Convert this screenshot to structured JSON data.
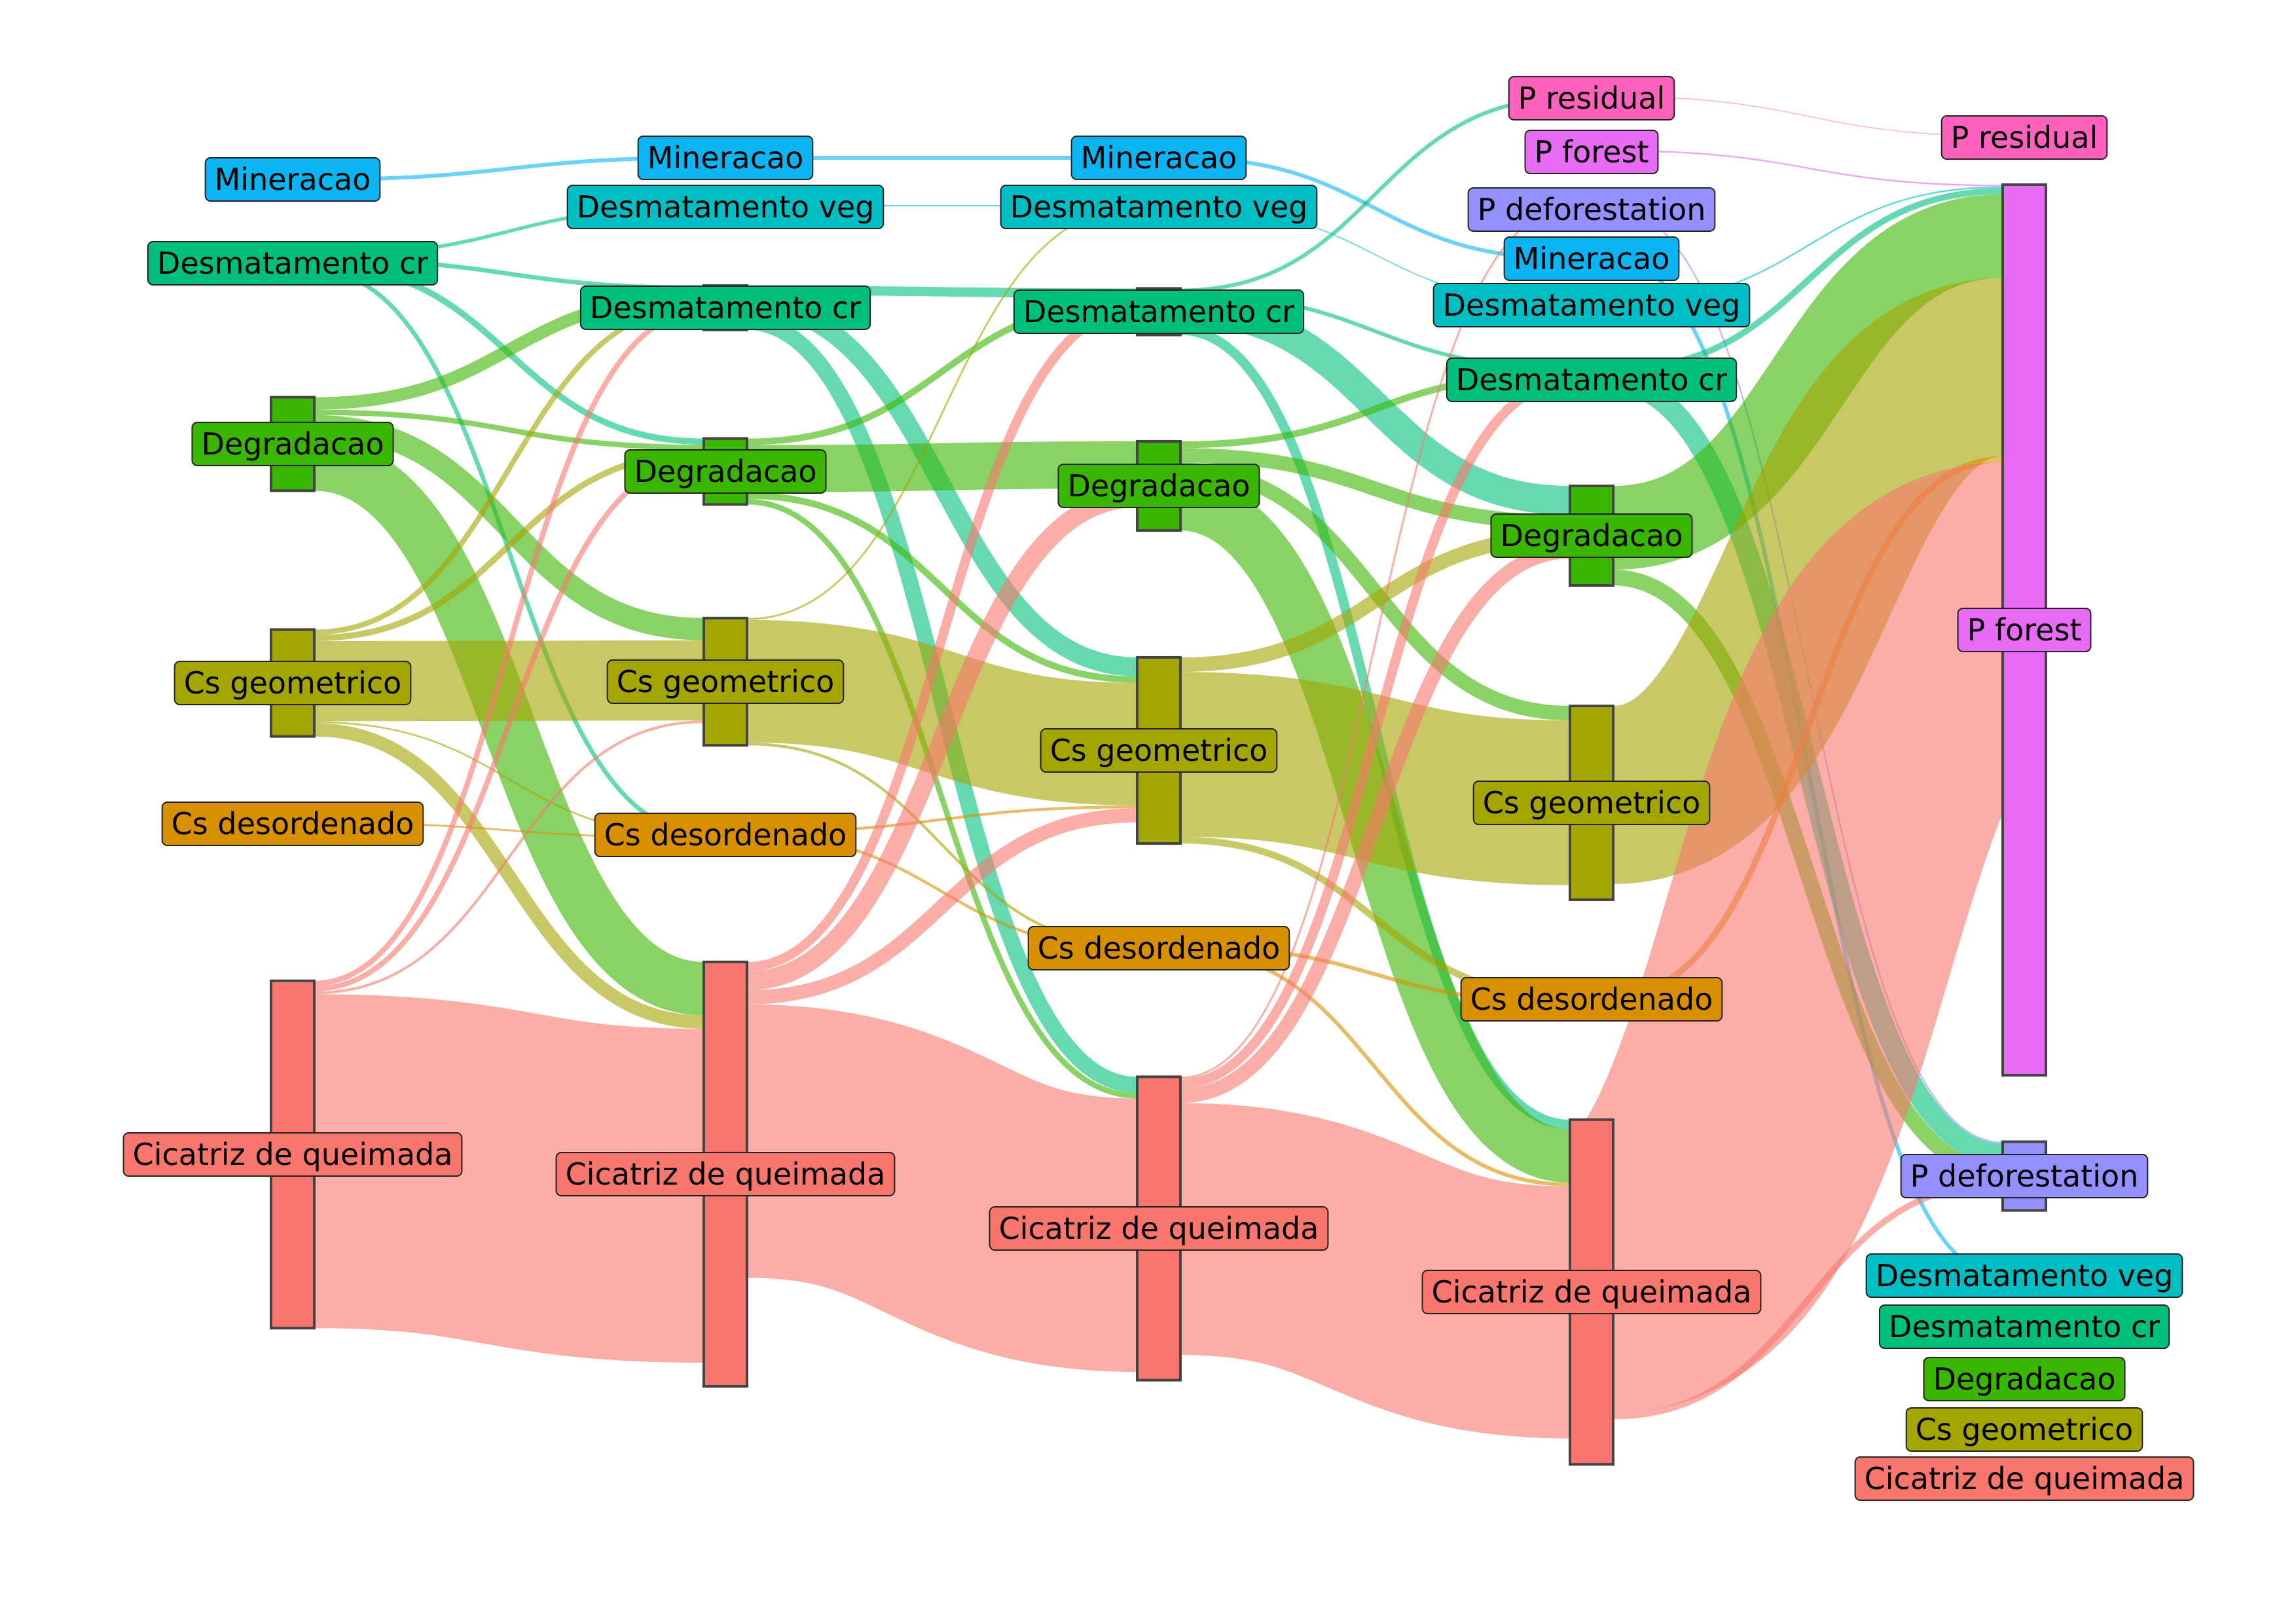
{
  "diagram": {
    "type": "sankey",
    "colors": {
      "Mineracao": "#0cb4f2",
      "Desmatamento veg": "#00bec4",
      "Desmatamento cr": "#00bf7d",
      "Degradacao": "#3ab600",
      "Cs geometrico": "#a3a500",
      "Cs desordenado": "#d89000",
      "Cicatriz de queimada": "#f8766d",
      "P residual": "#ff62bc",
      "P forest": "#e76bf3",
      "P deforestation": "#9590ff"
    },
    "stages": [
      {
        "nodes": [
          {
            "id": "s0-min",
            "label": "Mineracao",
            "has_bar": false
          },
          {
            "id": "s0-dcr",
            "label": "Desmatamento cr",
            "has_bar": true
          },
          {
            "id": "s0-deg",
            "label": "Degradacao",
            "has_bar": true
          },
          {
            "id": "s0-csg",
            "label": "Cs geometrico",
            "has_bar": true
          },
          {
            "id": "s0-csd",
            "label": "Cs desordenado",
            "has_bar": false
          },
          {
            "id": "s0-cic",
            "label": "Cicatriz de queimada",
            "has_bar": true
          }
        ]
      },
      {
        "nodes": [
          {
            "id": "s1-min",
            "label": "Mineracao",
            "has_bar": false
          },
          {
            "id": "s1-dveg",
            "label": "Desmatamento veg",
            "has_bar": false
          },
          {
            "id": "s1-dcr",
            "label": "Desmatamento cr",
            "has_bar": true
          },
          {
            "id": "s1-deg",
            "label": "Degradacao",
            "has_bar": true
          },
          {
            "id": "s1-csg",
            "label": "Cs geometrico",
            "has_bar": true
          },
          {
            "id": "s1-csd",
            "label": "Cs desordenado",
            "has_bar": false
          },
          {
            "id": "s1-cic",
            "label": "Cicatriz de queimada",
            "has_bar": true
          }
        ]
      },
      {
        "nodes": [
          {
            "id": "s2-min",
            "label": "Mineracao",
            "has_bar": false
          },
          {
            "id": "s2-dveg",
            "label": "Desmatamento veg",
            "has_bar": false
          },
          {
            "id": "s2-dcr",
            "label": "Desmatamento cr",
            "has_bar": true
          },
          {
            "id": "s2-deg",
            "label": "Degradacao",
            "has_bar": true
          },
          {
            "id": "s2-csg",
            "label": "Cs geometrico",
            "has_bar": true
          },
          {
            "id": "s2-csd",
            "label": "Cs desordenado",
            "has_bar": false
          },
          {
            "id": "s2-cic",
            "label": "Cicatriz de queimada",
            "has_bar": true
          }
        ]
      },
      {
        "nodes": [
          {
            "id": "s3-pres",
            "label": "P residual",
            "has_bar": false
          },
          {
            "id": "s3-pfor",
            "label": "P forest",
            "has_bar": false
          },
          {
            "id": "s3-pdef",
            "label": "P deforestation",
            "has_bar": false
          },
          {
            "id": "s3-min",
            "label": "Mineracao",
            "has_bar": false
          },
          {
            "id": "s3-dveg",
            "label": "Desmatamento veg",
            "has_bar": false
          },
          {
            "id": "s3-dcr",
            "label": "Desmatamento cr",
            "has_bar": true
          },
          {
            "id": "s3-deg",
            "label": "Degradacao",
            "has_bar": true
          },
          {
            "id": "s3-csg",
            "label": "Cs geometrico",
            "has_bar": true
          },
          {
            "id": "s3-csd",
            "label": "Cs desordenado",
            "has_bar": false
          },
          {
            "id": "s3-cic",
            "label": "Cicatriz de queimada",
            "has_bar": true
          }
        ]
      },
      {
        "nodes": [
          {
            "id": "s4-pres",
            "label": "P residual",
            "has_bar": false
          },
          {
            "id": "s4-pfor",
            "label": "P forest",
            "has_bar": true
          },
          {
            "id": "s4-pdef",
            "label": "P deforestation",
            "has_bar": true
          },
          {
            "id": "s4-dveg",
            "label": "Desmatamento veg",
            "has_bar": false
          },
          {
            "id": "s4-dcr",
            "label": "Desmatamento cr",
            "has_bar": false
          },
          {
            "id": "s4-deg",
            "label": "Degradacao",
            "has_bar": false
          },
          {
            "id": "s4-csg",
            "label": "Cs geometrico",
            "has_bar": false
          },
          {
            "id": "s4-cic",
            "label": "Cicatriz de queimada",
            "has_bar": false
          }
        ]
      }
    ],
    "flows": [
      {
        "source": "s0-min",
        "target": "s1-min",
        "value": 1
      },
      {
        "source": "s0-dcr",
        "target": "s1-dveg",
        "value": 8
      },
      {
        "source": "s0-dcr",
        "target": "s1-dcr",
        "value": 10
      },
      {
        "source": "s0-dcr",
        "target": "s1-deg",
        "value": 14
      },
      {
        "source": "s0-dcr",
        "target": "s1-csd",
        "value": 10
      },
      {
        "source": "s0-deg",
        "target": "s1-dcr",
        "value": 28
      },
      {
        "source": "s0-deg",
        "target": "s1-deg",
        "value": 12
      },
      {
        "source": "s0-deg",
        "target": "s1-csg",
        "value": 50
      },
      {
        "source": "s0-deg",
        "target": "s1-cic",
        "value": 120
      },
      {
        "source": "s0-csg",
        "target": "s1-dcr",
        "value": 12
      },
      {
        "source": "s0-csg",
        "target": "s1-deg",
        "value": 14
      },
      {
        "source": "s0-csg",
        "target": "s1-csg",
        "value": 180
      },
      {
        "source": "s0-csg",
        "target": "s1-csd",
        "value": 4
      },
      {
        "source": "s0-csg",
        "target": "s1-cic",
        "value": 30
      },
      {
        "source": "s0-csd",
        "target": "s1-csd",
        "value": 4
      },
      {
        "source": "s0-cic",
        "target": "s1-dcr",
        "value": 12
      },
      {
        "source": "s0-cic",
        "target": "s1-deg",
        "value": 12
      },
      {
        "source": "s0-cic",
        "target": "s1-csg",
        "value": 6
      },
      {
        "source": "s0-cic",
        "target": "s1-cic",
        "value": 750
      },
      {
        "source": "s1-min",
        "target": "s2-min",
        "value": 1
      },
      {
        "source": "s1-dveg",
        "target": "s2-dveg",
        "value": 3
      },
      {
        "source": "s1-dcr",
        "target": "s2-dcr",
        "value": 20
      },
      {
        "source": "s1-dcr",
        "target": "s2-csg",
        "value": 40
      },
      {
        "source": "s1-dcr",
        "target": "s2-cic",
        "value": 34
      },
      {
        "source": "s1-deg",
        "target": "s2-dcr",
        "value": 14
      },
      {
        "source": "s1-deg",
        "target": "s2-deg",
        "value": 100
      },
      {
        "source": "s1-deg",
        "target": "s2-csg",
        "value": 14
      },
      {
        "source": "s1-deg",
        "target": "s2-cic",
        "value": 12
      },
      {
        "source": "s1-csg",
        "target": "s2-dveg",
        "value": 4
      },
      {
        "source": "s1-csg",
        "target": "s2-csg",
        "value": 260
      },
      {
        "source": "s1-csg",
        "target": "s2-csd",
        "value": 6
      },
      {
        "source": "s1-csd",
        "target": "s2-csg",
        "value": 6
      },
      {
        "source": "s1-csd",
        "target": "s2-csd",
        "value": 6
      },
      {
        "source": "s1-cic",
        "target": "s2-dcr",
        "value": 20
      },
      {
        "source": "s1-cic",
        "target": "s2-deg",
        "value": 40
      },
      {
        "source": "s1-cic",
        "target": "s2-csg",
        "value": 30
      },
      {
        "source": "s1-cic",
        "target": "s2-cic",
        "value": 580
      },
      {
        "source": "s2-min",
        "target": "s3-min",
        "value": 1
      },
      {
        "source": "s2-dveg",
        "target": "s3-dveg",
        "value": 2
      },
      {
        "source": "s2-dcr",
        "target": "s3-pres",
        "value": 8
      },
      {
        "source": "s2-dcr",
        "target": "s3-dcr",
        "value": 8
      },
      {
        "source": "s2-dcr",
        "target": "s3-deg",
        "value": 60
      },
      {
        "source": "s2-dcr",
        "target": "s3-cic",
        "value": 20
      },
      {
        "source": "s2-deg",
        "target": "s3-dcr",
        "value": 14
      },
      {
        "source": "s2-deg",
        "target": "s3-deg",
        "value": 30
      },
      {
        "source": "s2-deg",
        "target": "s3-csg",
        "value": 30
      },
      {
        "source": "s2-deg",
        "target": "s3-cic",
        "value": 110
      },
      {
        "source": "s2-csg",
        "target": "s3-deg",
        "value": 30
      },
      {
        "source": "s2-csg",
        "target": "s3-csg",
        "value": 340
      },
      {
        "source": "s2-csg",
        "target": "s3-csd",
        "value": 14
      },
      {
        "source": "s2-csd",
        "target": "s3-csd",
        "value": 8
      },
      {
        "source": "s2-csd",
        "target": "s3-cic",
        "value": 8
      },
      {
        "source": "s2-cic",
        "target": "s3-pdef",
        "value": 4
      },
      {
        "source": "s2-cic",
        "target": "s3-dcr",
        "value": 20
      },
      {
        "source": "s2-cic",
        "target": "s3-deg",
        "value": 30
      },
      {
        "source": "s2-cic",
        "target": "s3-cic",
        "value": 520
      },
      {
        "source": "s3-pres",
        "target": "s4-pres",
        "value": 1
      },
      {
        "source": "s3-pfor",
        "target": "s4-pfor",
        "value": 2
      },
      {
        "source": "s3-pdef",
        "target": "s4-pdef",
        "value": 2
      },
      {
        "source": "s3-min",
        "target": "s4-dveg",
        "value": 1
      },
      {
        "source": "s3-dveg",
        "target": "s4-pfor",
        "value": 2
      },
      {
        "source": "s3-dcr",
        "target": "s4-pfor",
        "value": 12
      },
      {
        "source": "s3-dcr",
        "target": "s4-pdef",
        "value": 40
      },
      {
        "source": "s3-deg",
        "target": "s4-pfor",
        "value": 160
      },
      {
        "source": "s3-deg",
        "target": "s4-pdef",
        "value": 30
      },
      {
        "source": "s3-csg",
        "target": "s4-pfor",
        "value": 340
      },
      {
        "source": "s3-csd",
        "target": "s4-pfor",
        "value": 12
      },
      {
        "source": "s3-cic",
        "target": "s4-pfor",
        "value": 560
      },
      {
        "source": "s3-cic",
        "target": "s4-pdef",
        "value": 12
      }
    ]
  }
}
